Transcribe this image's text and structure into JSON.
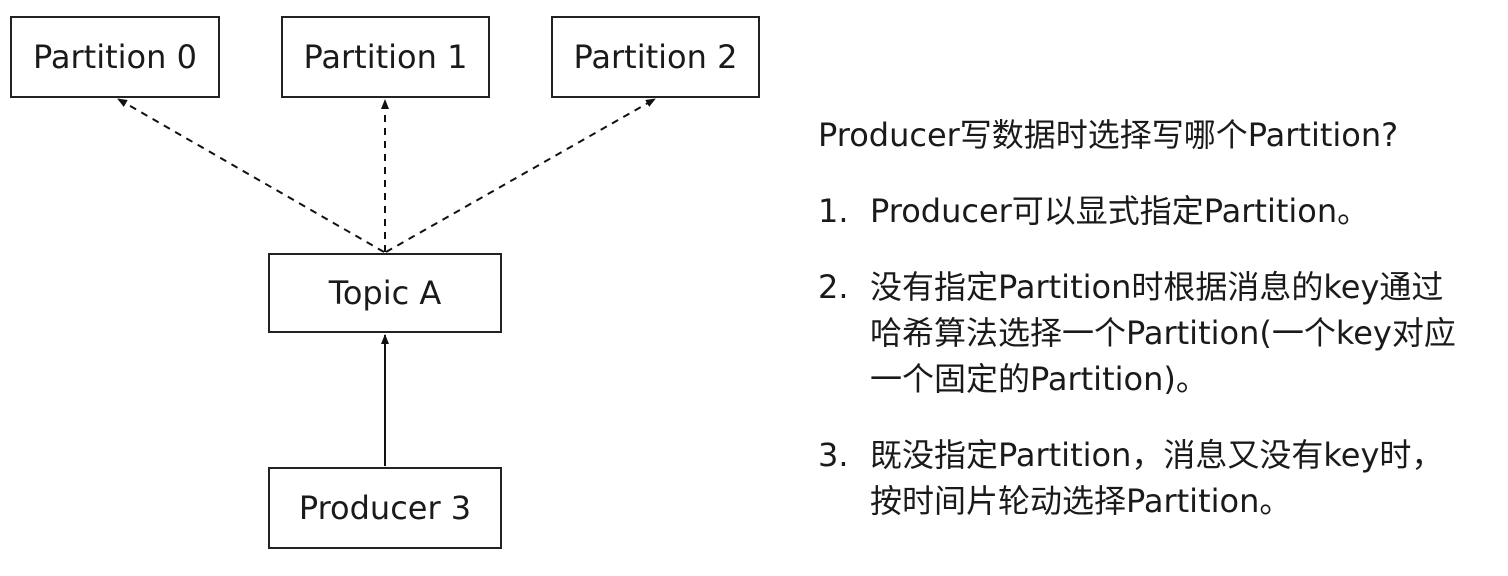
{
  "diagram": {
    "partitions": [
      "Partition 0",
      "Partition 1",
      "Partition 2"
    ],
    "topic": "Topic A",
    "producer": "Producer 3"
  },
  "notes": {
    "question": "Producer写数据时选择写哪个Partition?",
    "items": [
      {
        "num": "1.",
        "text": "Producer可以显式指定Partition。"
      },
      {
        "num": "2.",
        "text": "没有指定Partition时根据消息的key通过\n哈希算法选择一个Partition(一个key对应\n一个固定的Partition)。"
      },
      {
        "num": "3.",
        "text": "既没指定Partition，消息又没有key时，\n按时间片轮动选择Partition。"
      }
    ]
  }
}
